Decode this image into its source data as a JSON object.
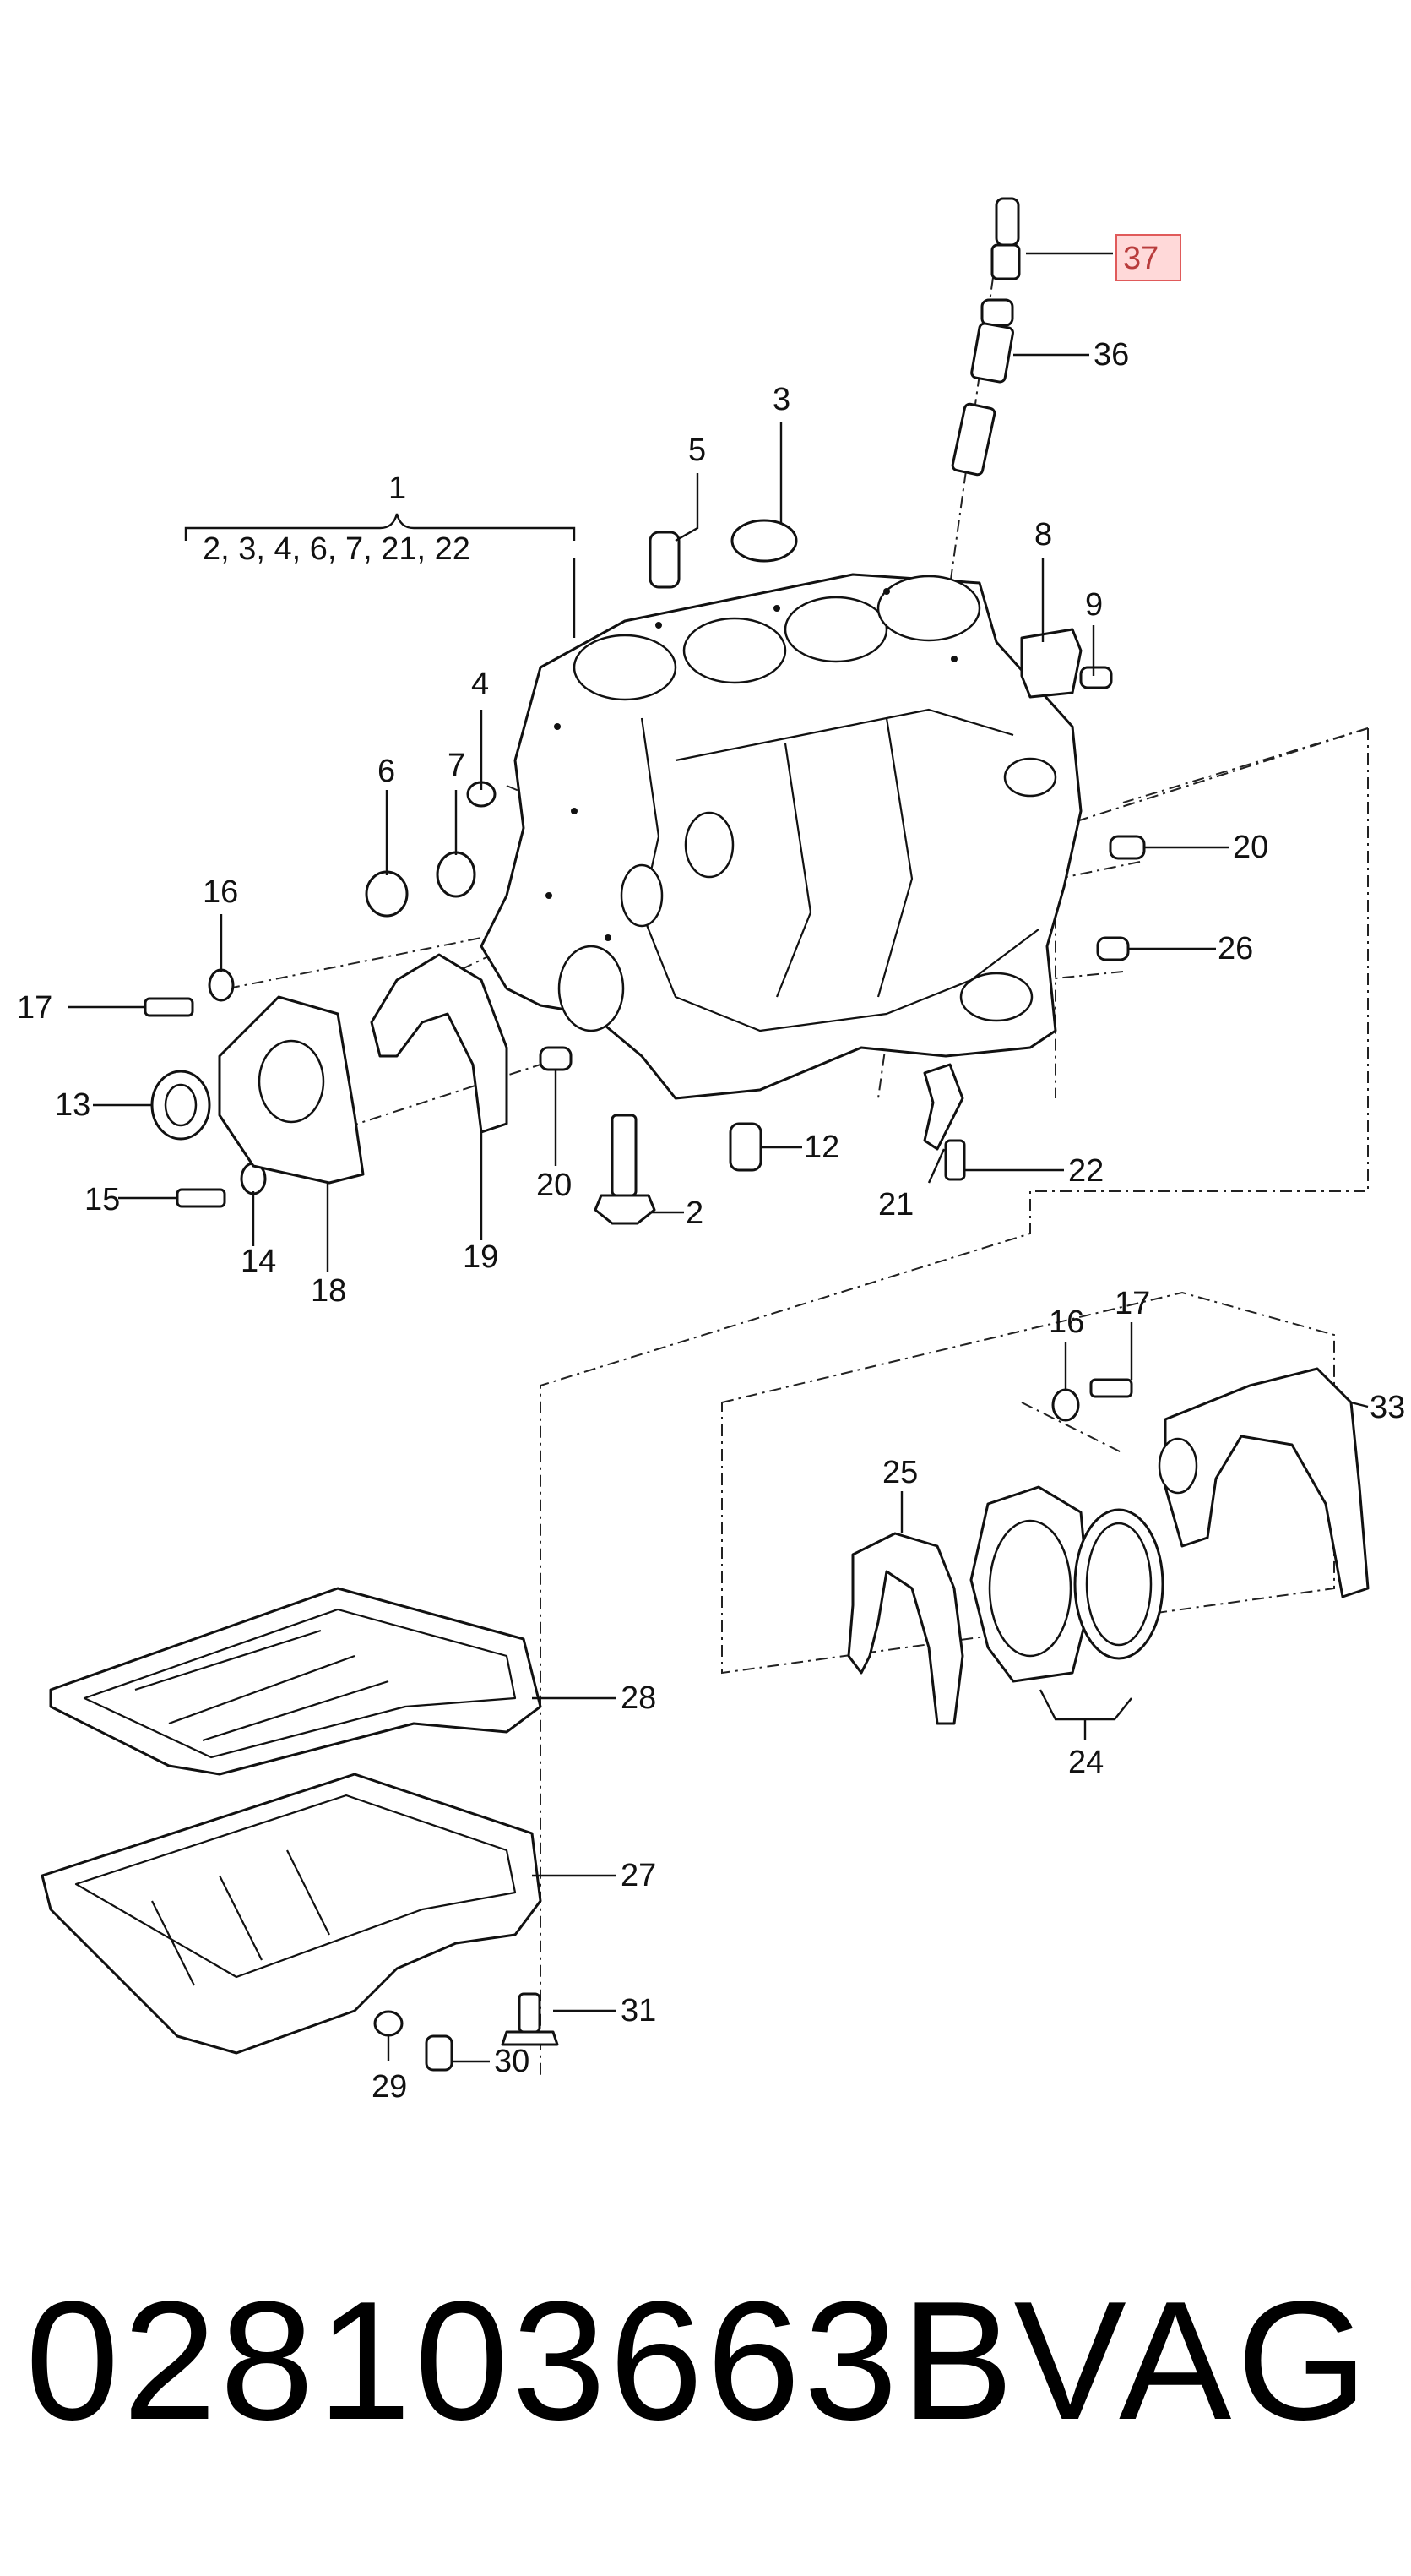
{
  "diagram": {
    "callouts": {
      "c1": "1",
      "c1_note": "2, 3, 4, 6, 7, 21, 22",
      "c2": "2",
      "c3": "3",
      "c4": "4",
      "c5": "5",
      "c6": "6",
      "c7": "7",
      "c8": "8",
      "c9": "9",
      "c12": "12",
      "c13": "13",
      "c14": "14",
      "c15": "15",
      "c16": "16",
      "c16b": "16",
      "c17": "17",
      "c17b": "17",
      "c18": "18",
      "c19": "19",
      "c20": "20",
      "c20b": "20",
      "c21": "21",
      "c22": "22",
      "c24": "24",
      "c25": "25",
      "c26": "26",
      "c27": "27",
      "c28": "28",
      "c29": "29",
      "c30": "30",
      "c31": "31",
      "c33": "33",
      "c36": "36",
      "c37": "37"
    },
    "highlighted_callout": "37",
    "highlight_color": "#e05a5a"
  },
  "footer": {
    "part_number": "028103663B",
    "brand": "VAG"
  }
}
